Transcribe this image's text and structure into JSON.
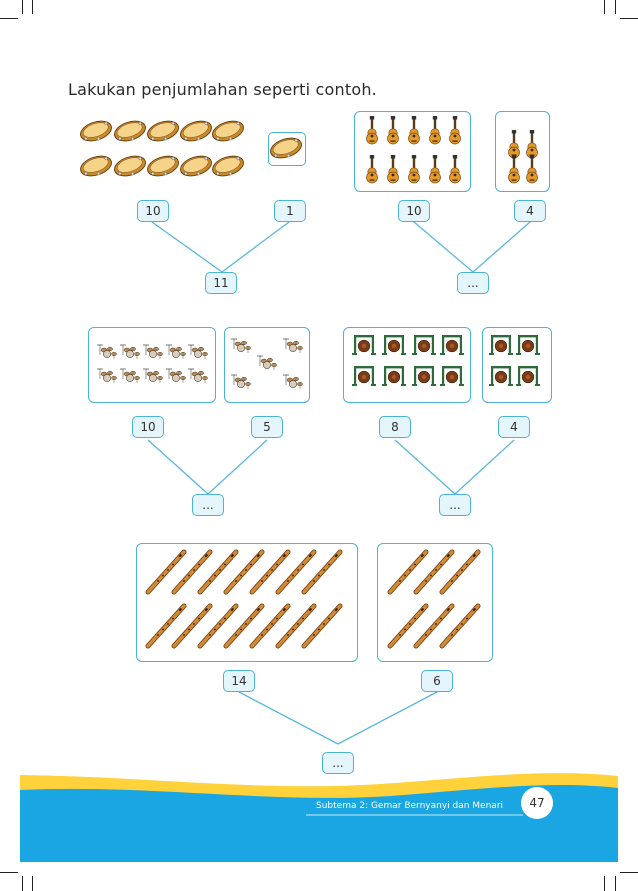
{
  "page": {
    "title": "Lakukan penjumlahan seperti contoh.",
    "footer": "Subtema 2: Gemar Bernyanyi dan Menari",
    "page_number": "47"
  },
  "colors": {
    "frame": "#4ab3d6",
    "box_fill": "#e4f5fb",
    "line": "#5ab8dc",
    "footer_blue": "#1aa6e2",
    "footer_yellow": "#ffd23c"
  },
  "problems": [
    {
      "id": "tambourine",
      "icon": "tambourine-icon",
      "left_count": 10,
      "right_count": 1,
      "left": "10",
      "right": "1",
      "result": "11"
    },
    {
      "id": "guitar",
      "icon": "guitar-icon",
      "left_count": 10,
      "right_count": 4,
      "left": "10",
      "right": "4",
      "result": "..."
    },
    {
      "id": "drum",
      "icon": "drum-set-icon",
      "left_count": 10,
      "right_count": 5,
      "left": "10",
      "right": "5",
      "result": "..."
    },
    {
      "id": "gong",
      "icon": "gong-icon",
      "left_count": 8,
      "right_count": 4,
      "left": "8",
      "right": "4",
      "result": "..."
    },
    {
      "id": "flute",
      "icon": "flute-icon",
      "left_count": 14,
      "right_count": 6,
      "left": "14",
      "right": "6",
      "result": "..."
    }
  ]
}
